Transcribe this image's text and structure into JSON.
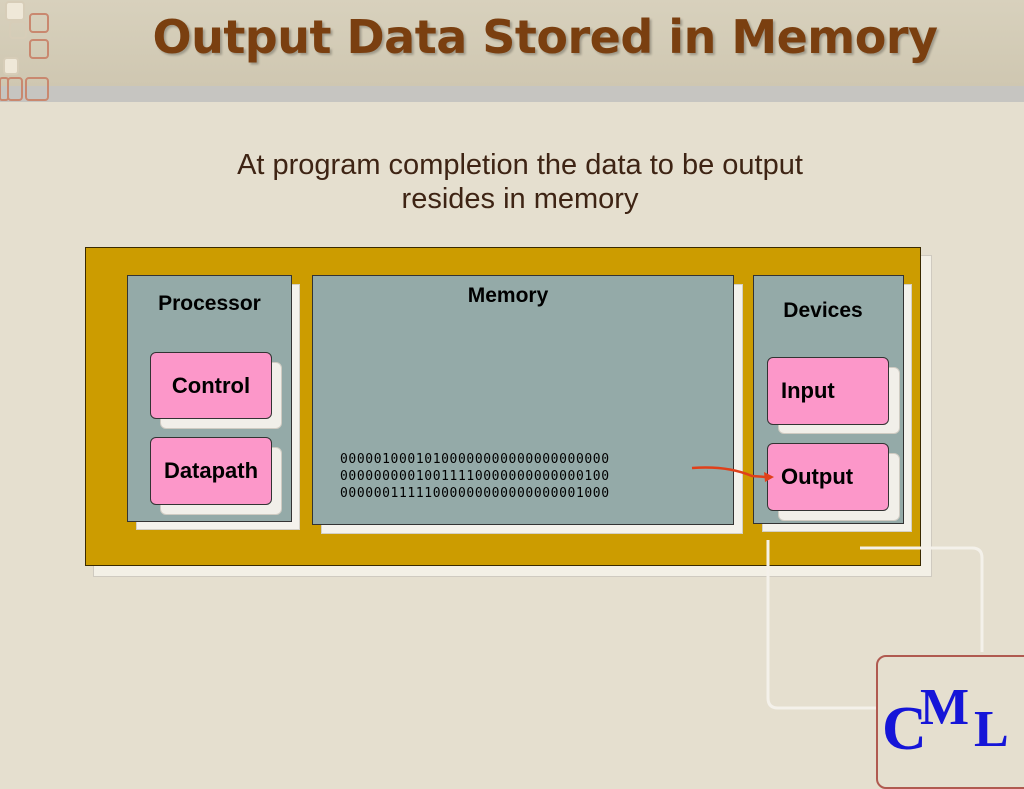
{
  "slide": {
    "title": "Output Data Stored in Memory",
    "subtitle_line1": "At program completion the data to be output",
    "subtitle_line2": "resides in memory"
  },
  "diagram": {
    "processor": {
      "label": "Processor",
      "control": "Control",
      "datapath": "Datapath"
    },
    "memory": {
      "label": "Memory",
      "words": [
        "00000100010100000000000000000000",
        "00000000010011110000000000000100",
        "00000011111000000000000000001000"
      ]
    },
    "devices": {
      "label": "Devices",
      "input": "Input",
      "output": "Output"
    }
  },
  "logo": {
    "c": "C",
    "m": "M",
    "l": "L"
  },
  "colors": {
    "title": "#7a3f10",
    "outer_box": "#cc9c00",
    "panel": "#94aaa8",
    "pink": "#fc97c9",
    "arrow": "#e0401a",
    "logo": "#1515d8"
  }
}
